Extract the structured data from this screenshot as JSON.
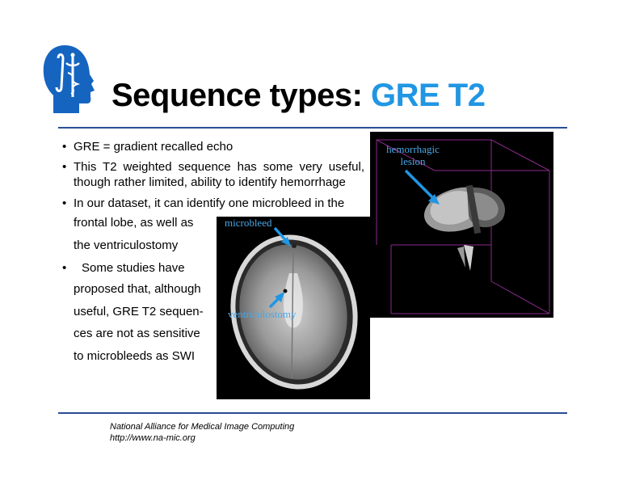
{
  "title": {
    "main": "Sequence types: ",
    "accent": "GRE T2"
  },
  "bullets": [
    {
      "text": "GRE = gradient recalled echo"
    },
    {
      "text": "This T2 weighted sequence has some very useful, though rather limited, ability to identify hemorrhage"
    },
    {
      "text": "In our dataset, it can identify one microbleed in the"
    }
  ],
  "continuation_lines": [
    "frontal lobe, as well as",
    "the ventriculostomy"
  ],
  "bullet4_lines": [
    "Some studies have",
    "proposed that, although",
    "useful, GRE T2 sequen-",
    "ces are not as sensitive",
    "to microbleeds as SWI"
  ],
  "bullet_glyph": "•",
  "image_labels": {
    "microbleed": "microbleed",
    "ventriculostomy": "ventriculostomy",
    "hemorrhagic_lines": [
      "hemorrhagic",
      "lesion"
    ]
  },
  "footer": {
    "org": "National Alliance for Medical Image Computing",
    "url": "http://www.na-mic.org"
  },
  "colors": {
    "accent": "#2196e3",
    "rule": "#2a4d95",
    "label": "#4aa7e6",
    "logo": "#1565c0"
  },
  "icons": {
    "logo": "na-mic-head-logo-icon"
  }
}
